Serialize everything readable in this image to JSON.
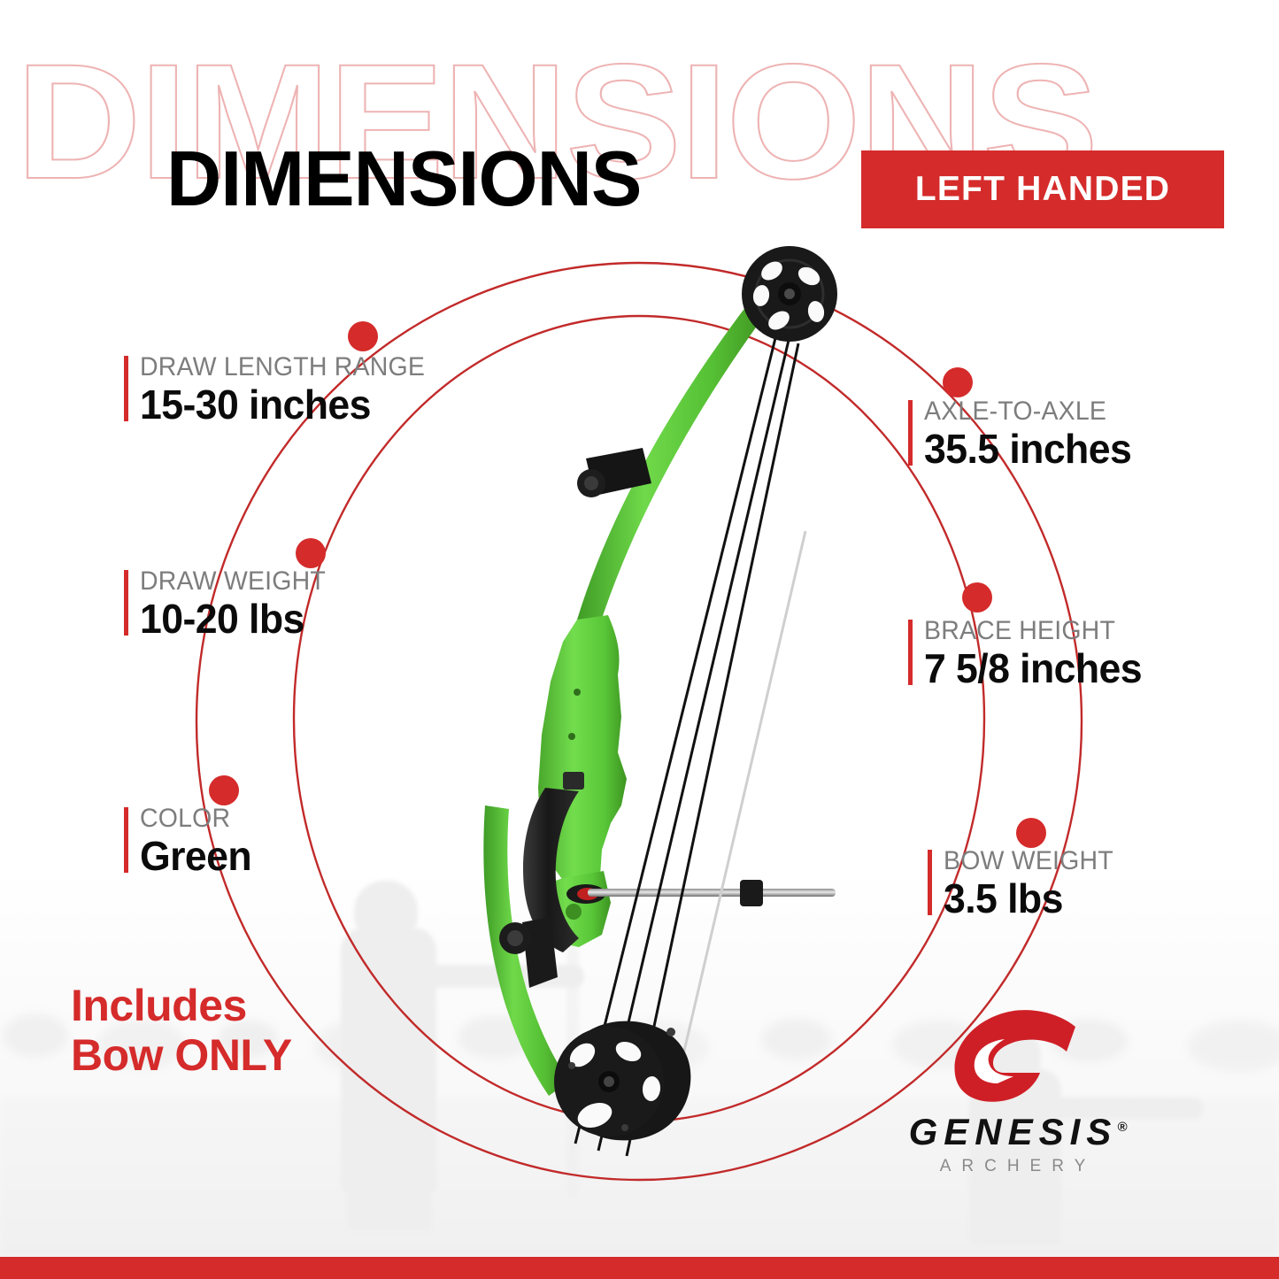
{
  "header": {
    "watermark_text": "DIMENSIONS",
    "title": "DIMENSIONS",
    "badge_label": "LEFT HANDED"
  },
  "specs_left": [
    {
      "label": "DRAW LENGTH RANGE",
      "value": "15-30 inches"
    },
    {
      "label": "DRAW WEIGHT",
      "value": "10-20 lbs"
    },
    {
      "label": "COLOR",
      "value": "Green"
    }
  ],
  "specs_right": [
    {
      "label": "AXLE-TO-AXLE",
      "value": "35.5 inches"
    },
    {
      "label": "BRACE HEIGHT",
      "value": "7 5/8 inches"
    },
    {
      "label": "BOW WEIGHT",
      "value": "3.5 lbs"
    }
  ],
  "notes": {
    "includes_line1": "Includes",
    "includes_line2": "Bow ONLY"
  },
  "logo": {
    "mark": "genesis-g-swoosh",
    "wordmark": "GENESIS",
    "registered": "®",
    "subtitle": "ARCHERY"
  },
  "product": {
    "name": "compound-bow",
    "riser_color": "#5ec63c",
    "grip_color": "#1c1c1c",
    "cam_color": "#222222",
    "string_color": "#101010",
    "decal": "genesis-oval-decal"
  },
  "colors": {
    "brand_red": "#d52b2b",
    "watermark_pink": "#eeb3b3",
    "label_gray": "#7d7d7d",
    "value_black": "#0b0b0b",
    "bow_green": "#5ec63c"
  },
  "decor": {
    "orbit_outer": "outer-ellipse",
    "orbit_inner": "inner-ellipse",
    "dot_count": 6
  }
}
